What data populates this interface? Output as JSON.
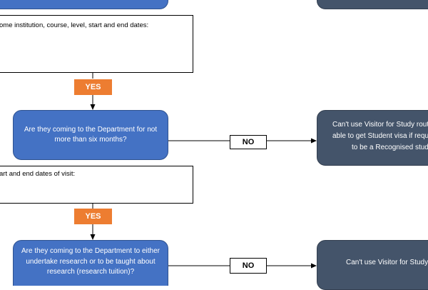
{
  "colors": {
    "question_box": "#4472c4",
    "outcome_box": "#44546a",
    "yes_label": "#ed7d31",
    "connector": "#000000"
  },
  "note_box_1": {
    "text": "ome institution, course, level, start and end dates:"
  },
  "yes_label_1": "YES",
  "question_1": {
    "line1": "Are they coming to the Department for not",
    "line2": "more than six months?"
  },
  "no_label_1": "NO",
  "outcome_1": {
    "line1": "Can't use Visitor for Study route",
    "line2": "able to get Student visa if require",
    "line3": "to be a Recognised stude"
  },
  "note_box_2": {
    "text": "art and end dates of visit:"
  },
  "yes_label_2": "YES",
  "question_2": {
    "line1": "Are they coming to the Department to either",
    "line2": "undertake research or to be taught about",
    "line3": "research (research tuition)?"
  },
  "no_label_2": "NO",
  "outcome_2": {
    "line1": "Can't use Visitor for Study r"
  }
}
